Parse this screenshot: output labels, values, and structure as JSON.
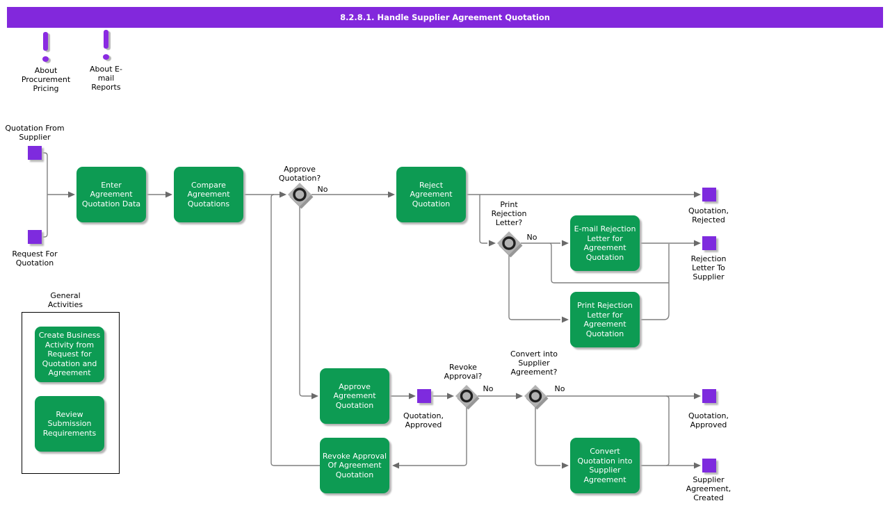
{
  "colors": {
    "purple_header": "#8228DC",
    "purple_event": "#7E2BDE",
    "green_activity": "#0D9B53",
    "line_gray": "#7f7f7f",
    "diamond_gray": "#b2b2b2"
  },
  "header": {
    "title": "8.2.8.1. Handle Supplier Agreement Quotation"
  },
  "notes": [
    {
      "label": "About Procurement Pricing"
    },
    {
      "label": "About E-mail Reports"
    }
  ],
  "events": [
    {
      "label": "Quotation From Supplier"
    },
    {
      "label": "Request For Quotation"
    },
    {
      "label": "Quotation, Rejected"
    },
    {
      "label": "Rejection Letter To Supplier"
    },
    {
      "label": "Quotation, Approved"
    },
    {
      "label": "Quotation, Approved"
    },
    {
      "label": "Supplier Agreement, Created"
    }
  ],
  "activities": [
    {
      "label": "Enter Agreement Quotation Data"
    },
    {
      "label": "Compare Agreement Quotations"
    },
    {
      "label": "Reject Agreement Quotation"
    },
    {
      "label": "E-mail Rejection Letter for Agreement Quotation"
    },
    {
      "label": "Print Rejection Letter for Agreement Quotation"
    },
    {
      "label": "Approve Agreement Quotation"
    },
    {
      "label": "Revoke Approval Of Agreement Quotation"
    },
    {
      "label": "Convert Quotation into Supplier Agreement"
    }
  ],
  "decisions": [
    {
      "label": "Approve Quotation?",
      "branch_no": "No"
    },
    {
      "label": "Print Rejection Letter?",
      "branch_no": "No"
    },
    {
      "label": "Revoke Approval?",
      "branch_no": "No"
    },
    {
      "label": "Convert into Supplier Agreement?",
      "branch_no": "No"
    }
  ],
  "general": {
    "title": "General Activities",
    "items": [
      {
        "label": "Create Business Activity from Request for Quotation and Agreement"
      },
      {
        "label": "Review Submission Requirements"
      }
    ]
  }
}
